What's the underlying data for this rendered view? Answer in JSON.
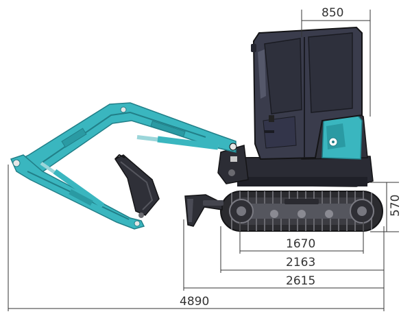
{
  "colors": {
    "body": "#3a3c4c",
    "body_dark": "#24252f",
    "body_light": "#55586a",
    "track": "#2b2b2f",
    "track_light": "#6a6a70",
    "accent": "#3ab6bf",
    "accent_dark": "#217f88",
    "line": "#333333"
  },
  "dimensions": {
    "cab_top": "850",
    "track_height": "570",
    "tumbler_distance": "1670",
    "track_length": "2163",
    "to_blade": "2615",
    "overall_length": "4890"
  }
}
